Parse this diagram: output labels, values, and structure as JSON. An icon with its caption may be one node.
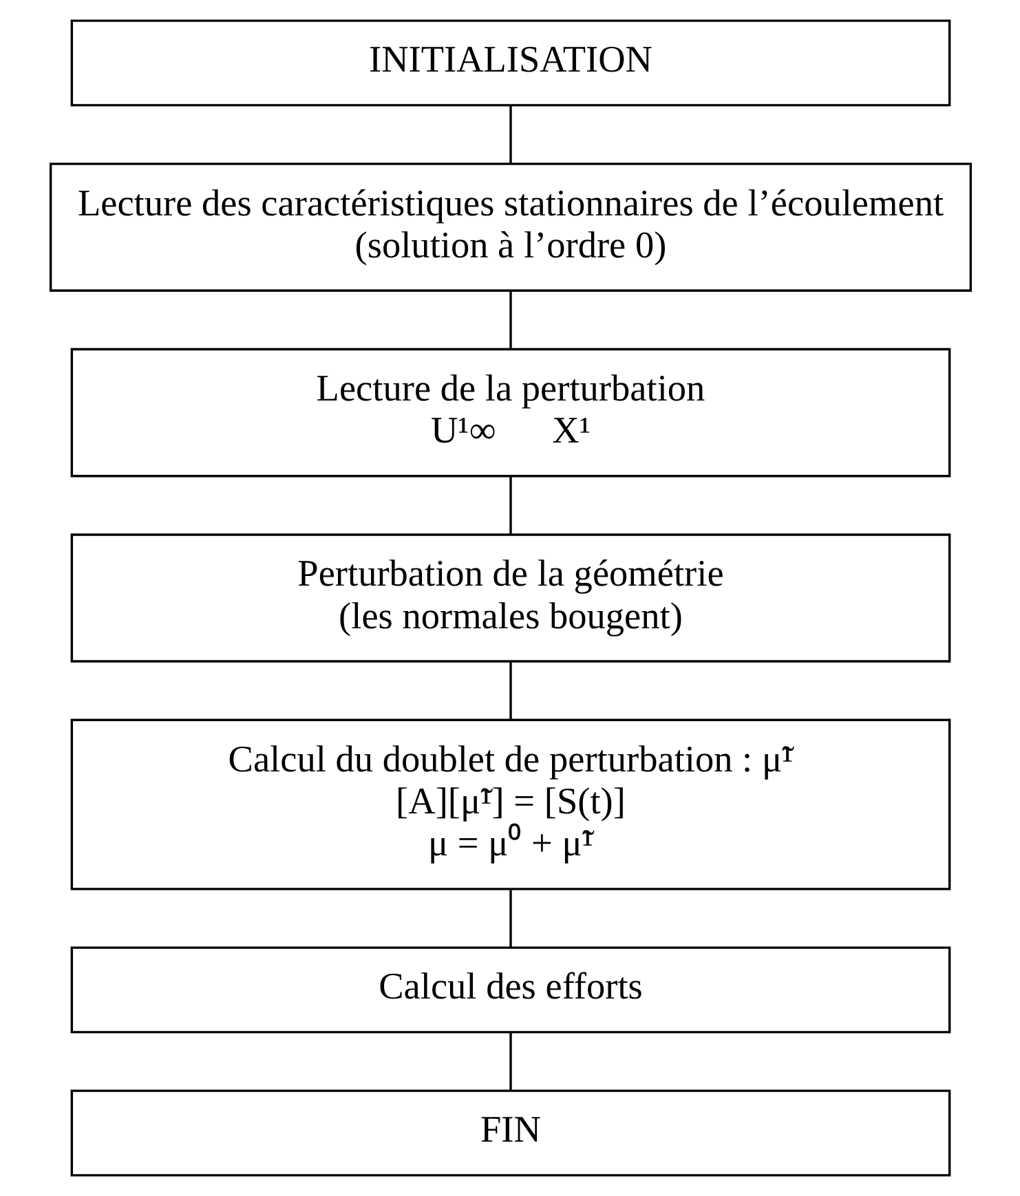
{
  "diagram": {
    "nodes": [
      {
        "text": [
          "INITIALISATION"
        ]
      },
      {
        "text": [
          "Lecture des caractéristiques stationnaires de l’écoulement",
          "(solution à l’ordre 0)"
        ]
      },
      {
        "text": [
          "Lecture de la perturbation",
          "U¹∞      X¹"
        ]
      },
      {
        "text": [
          "Perturbation de la géométrie",
          "(les normales bougent)"
        ]
      },
      {
        "text": [
          "Calcul du doublet de perturbation : μ̃¹",
          "[A][μ̃¹] = [S(t)]",
          "μ = μ⁰ + μ̃¹"
        ]
      },
      {
        "text": [
          "Calcul des efforts"
        ]
      },
      {
        "text": [
          "FIN"
        ]
      }
    ],
    "edges": [
      {
        "from": 0,
        "to": 1,
        "arrow": "none"
      },
      {
        "from": 1,
        "to": 2,
        "arrow": "none"
      },
      {
        "from": 2,
        "to": 3,
        "arrow": "none"
      },
      {
        "from": 3,
        "to": 4,
        "arrow": "none"
      },
      {
        "from": 4,
        "to": 5,
        "arrow": "none"
      },
      {
        "from": 5,
        "to": 6,
        "arrow": "none"
      }
    ]
  }
}
